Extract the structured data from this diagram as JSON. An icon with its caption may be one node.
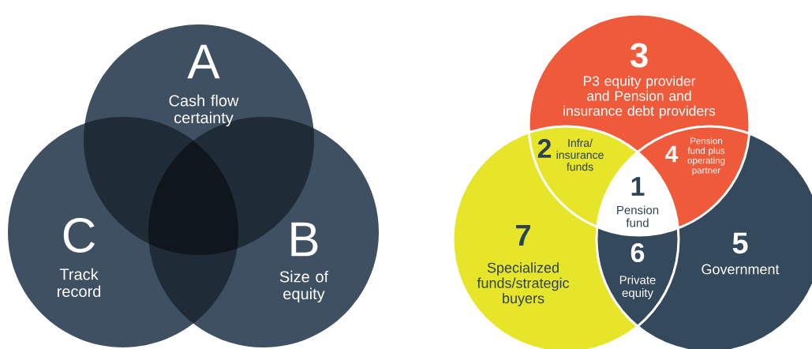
{
  "diagram": {
    "nodes": [
      {
        "text": [
          "A",
          "Cash flow certainty"
        ]
      },
      {
        "text": [
          "C",
          "Track record"
        ]
      },
      {
        "text": [
          "B",
          "Size of equity"
        ]
      },
      {
        "text": [
          "3",
          "P3 equity provider and Pension and insurance debt providers"
        ]
      },
      {
        "text": [
          "2",
          "Infra/ insurance funds"
        ]
      },
      {
        "text": [
          "4",
          "Pension fund plus operating partner"
        ]
      },
      {
        "text": [
          "1",
          "Pension fund"
        ]
      },
      {
        "text": [
          "7",
          "Specialized funds/strategic buyers"
        ]
      },
      {
        "text": [
          "6",
          "Private equity"
        ]
      },
      {
        "text": [
          "5",
          "Government"
        ]
      }
    ]
  }
}
